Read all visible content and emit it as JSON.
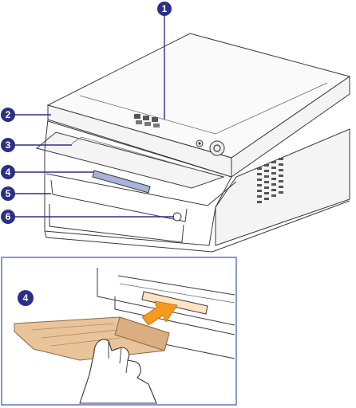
{
  "callouts": [
    {
      "number": "1"
    },
    {
      "number": "2"
    },
    {
      "number": "3"
    },
    {
      "number": "4"
    },
    {
      "number": "5"
    },
    {
      "number": "6"
    }
  ],
  "inset": {
    "callout_number": "4",
    "frame_color": "#6a7fc2",
    "arrow_color": "#f59a1e",
    "tray_color": "#e9c49a"
  },
  "colors": {
    "callout_fill": "#2b2f86",
    "callout_text": "#ffffff",
    "output_slot": "#a9b2d8"
  },
  "icons": [
    "power-button-icon",
    "copy-button-icon",
    "hand-icon",
    "insert-arrow-icon"
  ]
}
